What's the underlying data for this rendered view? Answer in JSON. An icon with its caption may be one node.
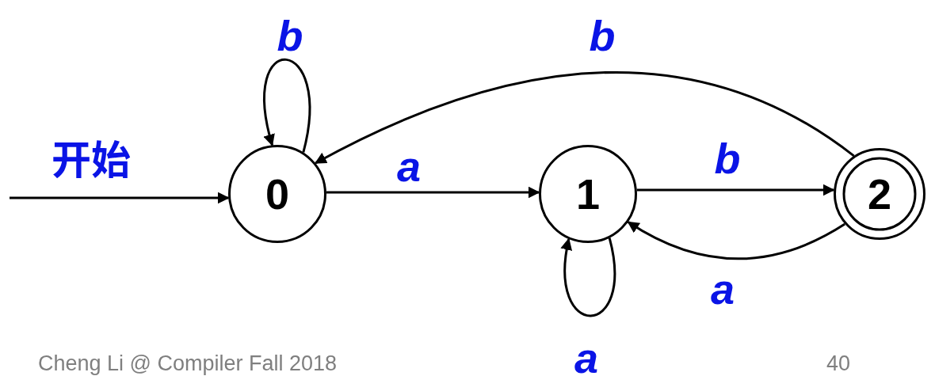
{
  "diagram": {
    "nodes": [
      {
        "text": [
          "0"
        ]
      },
      {
        "text": [
          "1"
        ]
      },
      {
        "text": [
          "2"
        ]
      }
    ],
    "edges": [
      {
        "from": null,
        "to": 0,
        "arrow": "to",
        "label": "开始"
      },
      {
        "from": 0,
        "to": 0,
        "arrow": "to",
        "label": "b"
      },
      {
        "from": 0,
        "to": 1,
        "arrow": "to",
        "label": "a"
      },
      {
        "from": 1,
        "to": 1,
        "arrow": "to",
        "label": "a"
      },
      {
        "from": 1,
        "to": 2,
        "arrow": "to",
        "label": "b"
      },
      {
        "from": 2,
        "to": 1,
        "arrow": "to",
        "label": "a"
      },
      {
        "from": 2,
        "to": 0,
        "arrow": "to",
        "label": "b"
      }
    ],
    "labels": [
      "Cheng Li @ Compiler Fall 2018",
      "40"
    ]
  }
}
